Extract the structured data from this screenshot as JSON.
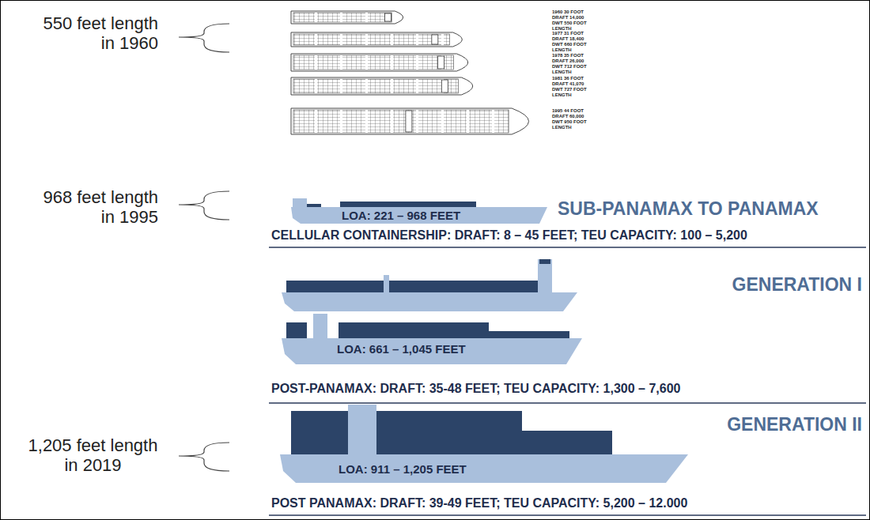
{
  "diagram": {
    "labels": [
      "550 feet length in 1960",
      "968 feet length in 1995",
      "1,205 feet length in 2019",
      "1960 30 FOOT DRAFT 14,000 DWT 550 FOOT LENGTH",
      "1977 31 FOOT DRAFT 18,400 DWT 660 FOOT LENGTH",
      "1978 35 FOOT DRAFT 26,000 DWT 712 FOOT LENGTH",
      "1981 36 FOOT DRAFT 41,070 DWT 727 FOOT LENGTH",
      "1995 44 FOOT DRAFT 60,000 DWT 950 FOOT LENGTH",
      "LOA: 221 – 968 FEET",
      "SUB-PANAMAX TO PANAMAX",
      "CELLULAR CONTAINERSHIP: DRAFT: 8 – 45 FEET; TEU CAPACITY: 100 – 5,200",
      "GENERATION I",
      "LOA: 661 – 1,045 FEET",
      "POST-PANAMAX: DRAFT: 35-48 FEET; TEU CAPACITY: 1,300 – 7,600",
      "GENERATION II",
      "LOA: 911 – 1,205 FEET",
      "POST PANAMAX: DRAFT: 39-49 FEET; TEU CAPACITY: 5,200 – 12.000"
    ]
  }
}
